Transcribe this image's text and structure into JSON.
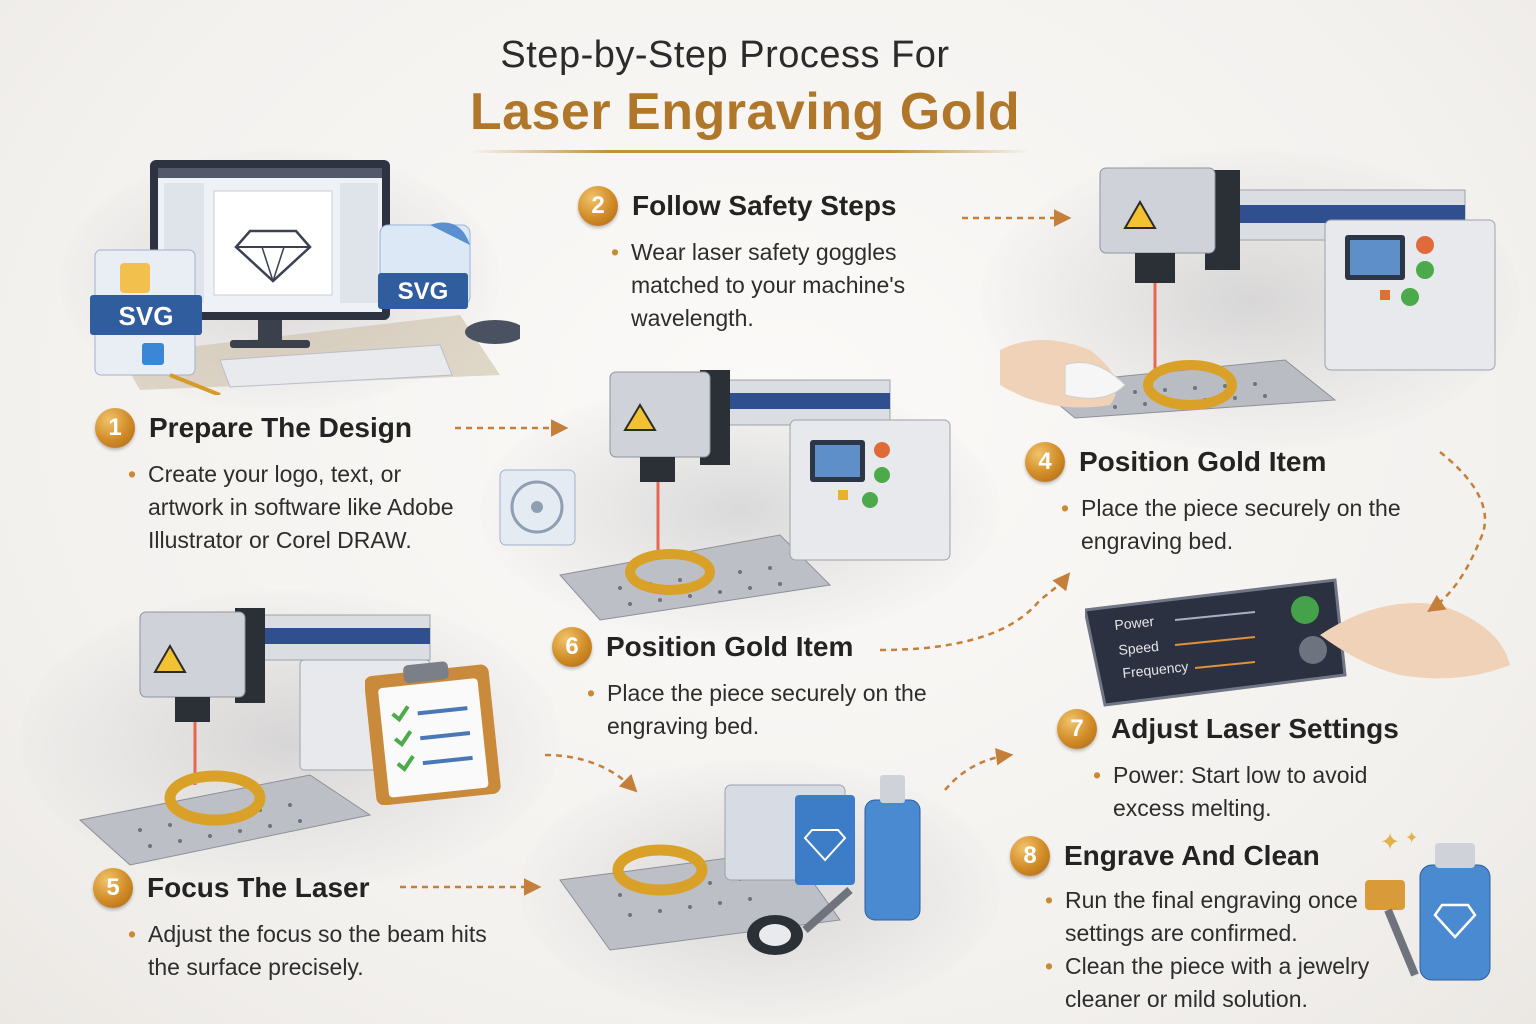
{
  "title": {
    "line1": "Step-by-Step Process For",
    "line2": "Laser Engraving Gold"
  },
  "colors": {
    "accent_gold": "#b0772a",
    "machine_blue": "#2f4f8e",
    "text": "#2a2a2a"
  },
  "steps": [
    {
      "number": "1",
      "label": "Prepare The Design",
      "bullets": [
        "Create your logo, text, or artwork in software like Adobe Illustrator or Corel DRAW."
      ]
    },
    {
      "number": "2",
      "label": "Follow Safety Steps",
      "bullets": [
        "Wear laser safety goggles matched to your machine's wavelength."
      ]
    },
    {
      "number": "4",
      "label": "Position Gold Item",
      "bullets": [
        "Place the piece securely on the engraving bed."
      ]
    },
    {
      "number": "6",
      "label": "Position Gold Item",
      "bullets": [
        "Place the piece securely on the engraving bed."
      ]
    },
    {
      "number": "7",
      "label": "Adjust Laser Settings",
      "bullets": [
        "Power: Start low to avoid excess melting."
      ]
    },
    {
      "number": "5",
      "label": "Focus The Laser",
      "bullets": [
        "Adjust the focus so the beam hits the surface precisely."
      ]
    },
    {
      "number": "8",
      "label": "Engrave And Clean",
      "bullets": [
        "Run the final engraving once settings are confirmed.",
        "Clean the piece with a jewelry cleaner or mild solution."
      ]
    }
  ],
  "illustrations": {
    "svg_badge_1": "SVG",
    "svg_badge_2": "SVG",
    "panel_labels": [
      "Power",
      "Speed",
      "Frequency"
    ],
    "icons": [
      "monitor-icon",
      "laser-machine-icon",
      "gold-ring-icon",
      "warning-icon",
      "clipboard-icon",
      "control-panel-icon",
      "cleaner-bottle-icon",
      "brush-icon",
      "fan-icon"
    ]
  }
}
